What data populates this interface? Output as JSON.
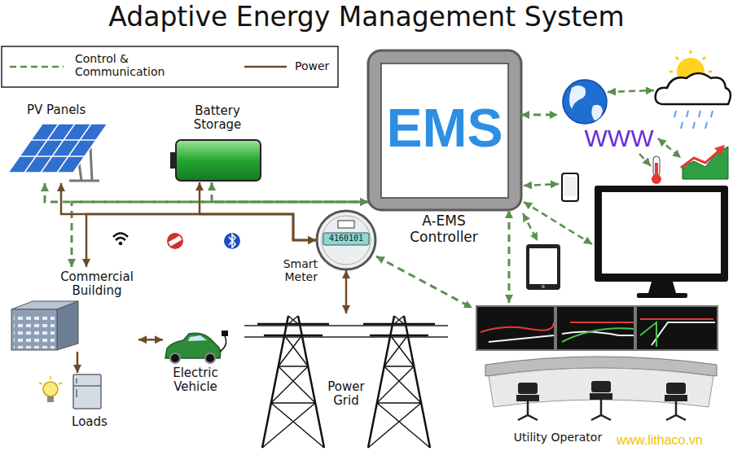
{
  "diagram": {
    "title": "Adaptive Energy Management System",
    "nodes": [
      {
        "text": [
          "PV Panels"
        ]
      },
      {
        "text": [
          "Battery Storage"
        ]
      },
      {
        "text": [
          "EMS",
          "A-EMS Controller"
        ]
      },
      {
        "text": [
          "WWW"
        ]
      },
      {
        "text": [
          "4160101",
          "Smart Meter"
        ]
      },
      {
        "text": [
          "Commercial Building"
        ]
      },
      {
        "text": [
          "Electric Vehicle"
        ]
      },
      {
        "text": [
          "Loads"
        ]
      },
      {
        "text": [
          "Power Grid"
        ]
      },
      {
        "text": [
          "Utility Operator"
        ]
      }
    ],
    "edges": [
      {
        "from": 0,
        "to": 2,
        "arrow": "both"
      },
      {
        "from": 1,
        "to": 2,
        "arrow": "both"
      },
      {
        "from": 5,
        "to": 2,
        "arrow": "both"
      },
      {
        "from": 0,
        "to": 4,
        "arrow": "both"
      },
      {
        "from": 1,
        "to": 4,
        "arrow": "both"
      },
      {
        "from": 5,
        "to": 4,
        "arrow": "both"
      },
      {
        "from": 4,
        "to": 8,
        "arrow": "both"
      },
      {
        "from": 5,
        "to": 6,
        "arrow": "both"
      },
      {
        "from": 5,
        "to": 7,
        "arrow": "to"
      },
      {
        "from": 2,
        "to": 3,
        "arrow": "both"
      },
      {
        "from": 2,
        "to": 9,
        "arrow": "both"
      },
      {
        "from": 4,
        "to": 9,
        "arrow": "both"
      }
    ],
    "labels": [
      "www.lithaco.vn"
    ],
    "legend": [
      {
        "text": "Control & Communication"
      },
      {
        "text": "Power"
      }
    ]
  }
}
